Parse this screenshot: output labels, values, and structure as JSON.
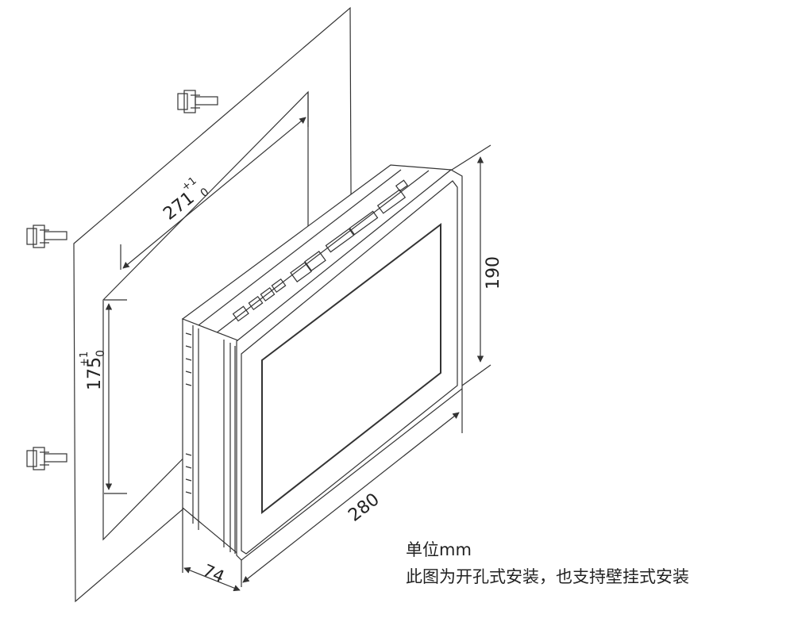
{
  "dimensions": {
    "cutout_width": "271",
    "cutout_width_tol_upper": "+1",
    "cutout_width_tol_lower": "0",
    "cutout_height": "175",
    "cutout_height_tol_upper": "+1",
    "cutout_height_tol_lower": "0",
    "device_width": "280",
    "device_height": "190",
    "device_depth": "74"
  },
  "notes": {
    "unit": "单位mm",
    "mounting": "此图为开孔式安装，也支持壁挂式安装"
  },
  "colors": {
    "line": "#333333",
    "panel_fill": "#ffffff"
  }
}
